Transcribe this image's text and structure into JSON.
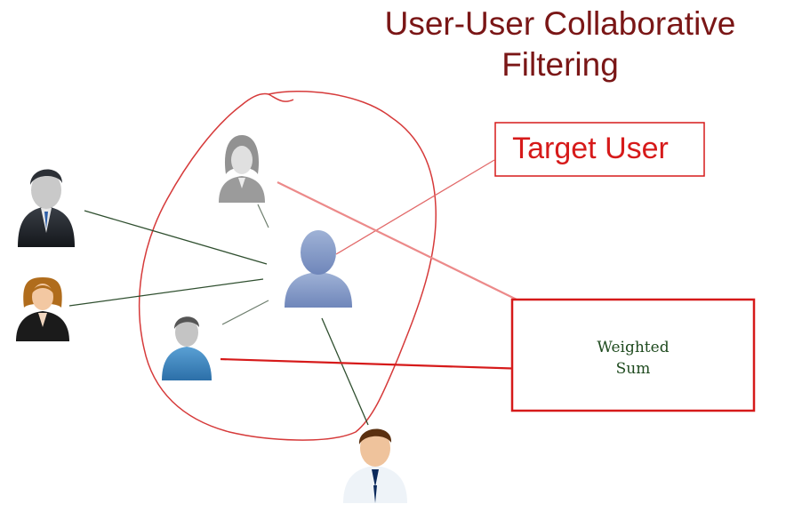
{
  "title": {
    "line1": "User-User Collaborative",
    "line2": "Filtering"
  },
  "target_box": {
    "label": "Target User"
  },
  "sum_box": {
    "line1": "Weighted",
    "line2": "Sum"
  },
  "colors": {
    "title": "#7a1616",
    "accent_red": "#d61a1a",
    "neighborhood_outline": "#d63a3a",
    "faded_red_arrow": "#ec8a8a",
    "dark_green_line": "#2f4f2f",
    "weighted_sum_text": "#1e4a1e"
  },
  "icons": [
    "man-in-suit-icon",
    "woman-icon",
    "faded-woman-icon",
    "target-user-silhouette-icon",
    "casual-man-icon",
    "man-with-tie-icon"
  ]
}
